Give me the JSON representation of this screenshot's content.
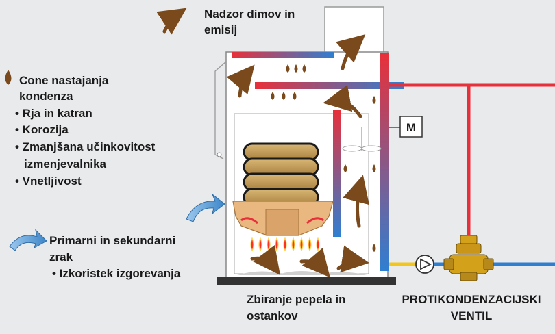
{
  "labels": {
    "flue_title_line1": "Nadzor dimov in",
    "flue_title_line2": "emisij",
    "condensation_title_line1": "Cone nastajanja",
    "condensation_title_line2": "kondenza",
    "condensation_items": [
      "• Rja in katran",
      "• Korozija",
      "• Zmanjšana učinkovitost",
      "izmenjevalnika",
      "• Vnetljivost"
    ],
    "air_title_line1": "Primarni  in  sekundarni",
    "air_title_line2": "zrak",
    "air_item": "• Izkoristek izgorevanja",
    "ash_line1": "Zbiranje pepela in",
    "ash_line2": "ostankov",
    "valve_line1": "PROTIKONDENZACIJSKI",
    "valve_line2": "VENTIL",
    "motor_label": "M"
  },
  "colors": {
    "background": "#e9eaec",
    "hot_pipe": "#e8303a",
    "cold_pipe": "#2f7fd1",
    "arrow_brown": "#7a4a1c",
    "wood": "#c9a25e",
    "air_arrow": "#4f94cf",
    "flame": "#ff3020",
    "valve_brass": "#d4a21a"
  }
}
